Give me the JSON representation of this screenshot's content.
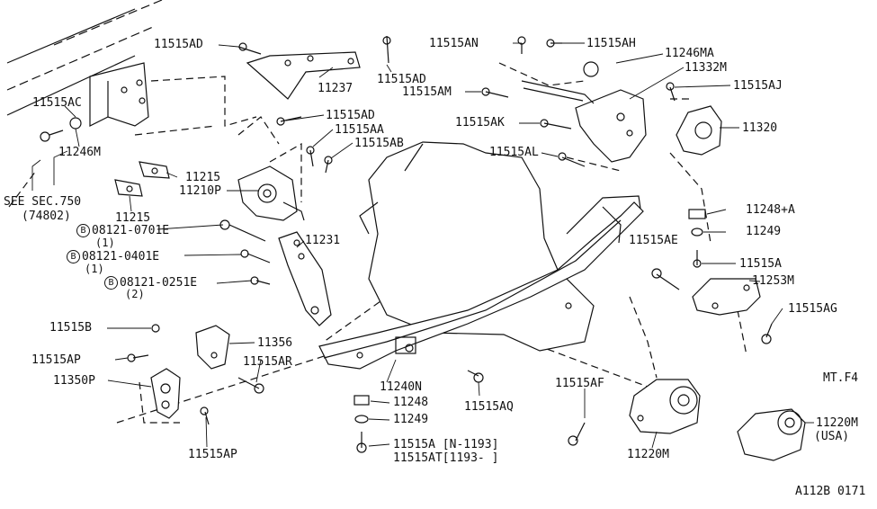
{
  "labels": {
    "ad_top": "11515AD",
    "ad_right": "11515AD",
    "ad_mid": "11515AD",
    "p11237": "11237",
    "an": "11515AN",
    "ah": "11515AH",
    "ma": "11246MA",
    "m11332": "11332M",
    "am": "11515AM",
    "aj": "11515AJ",
    "ak": "11515AK",
    "p11320": "11320",
    "al": "11515AL",
    "ac": "11515AC",
    "aa": "11515AA",
    "ab": "11515AB",
    "m11246": "11246M",
    "p11215a": "11215",
    "p11210": "11210P",
    "see_sec": "SEE SEC.750",
    "see_num": "(74802)",
    "p11215b": "11215",
    "b1": "08121-0701E",
    "b1q": "(1)",
    "b2": "08121-0401E",
    "b2q": "(1)",
    "b3": "08121-0251E",
    "b3q": "(2)",
    "p11231": "11231",
    "p11248a": "11248+A",
    "p11249a": "11249",
    "ae": "11515AE",
    "a_right": "11515A",
    "m11253": "11253M",
    "ag": "11515AG",
    "p11515b": "11515B",
    "p11356": "11356",
    "ap1": "11515AP",
    "ar": "11515AR",
    "p11350": "11350P",
    "n11240": "11240N",
    "p11248b": "11248",
    "p11249b": "11249",
    "aq": "11515AQ",
    "af": "11515AF",
    "a_bot": "11515A  [N-1193]",
    "at_bot": "11515AT[1193-   ]",
    "ap2": "11515AP",
    "m11220": "11220M",
    "m11220usa": "11220M",
    "usa": "(USA)",
    "mtf4": "MT.F4",
    "code": "A112B 0171",
    "b_symbol": "B"
  }
}
